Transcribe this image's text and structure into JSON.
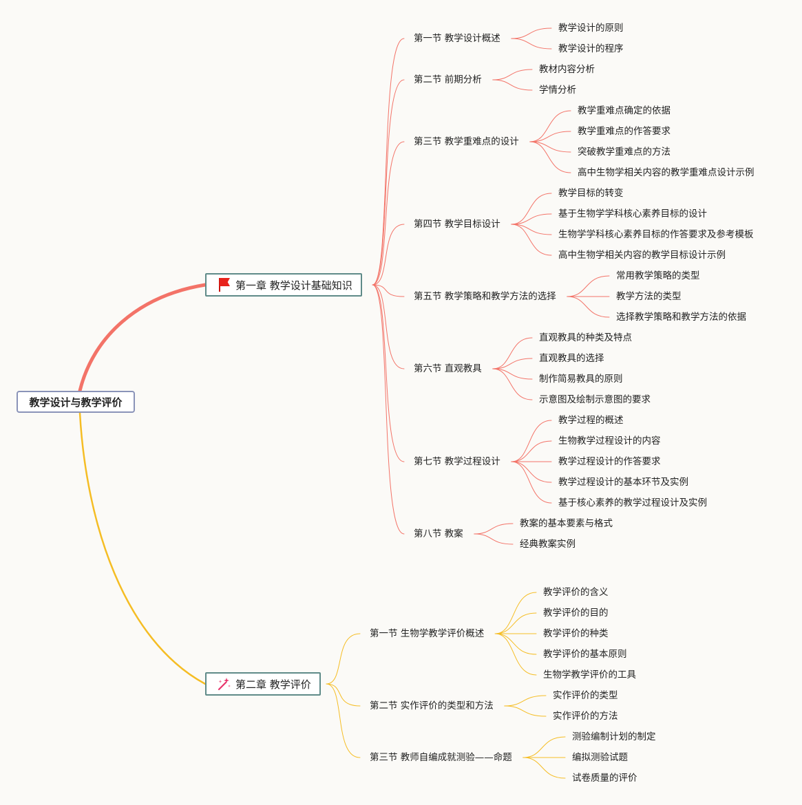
{
  "root": {
    "label": "教学设计与教学评价"
  },
  "colors": {
    "chapter1": "#f37368",
    "chapter2": "#f5bd24",
    "root_border": "#8a93b8",
    "chapter_border": "#5e8a88",
    "background": "#fbfaf7"
  },
  "chapters": [
    {
      "label": "第一章 教学设计基础知识",
      "icon": "flag-icon",
      "sections": [
        {
          "label": "第一节 教学设计概述",
          "items": [
            "教学设计的原则",
            "教学设计的程序"
          ]
        },
        {
          "label": "第二节 前期分析",
          "items": [
            "教材内容分析",
            "学情分析"
          ]
        },
        {
          "label": "第三节 教学重难点的设计",
          "items": [
            "教学重难点确定的依据",
            "教学重难点的作答要求",
            "突破教学重难点的方法",
            "高中生物学相关内容的教学重难点设计示例"
          ]
        },
        {
          "label": "第四节 教学目标设计",
          "items": [
            "教学目标的转变",
            "基于生物学学科核心素养目标的设计",
            "生物学学科核心素养目标的作答要求及参考模板",
            "高中生物学相关内容的教学目标设计示例"
          ]
        },
        {
          "label": "第五节 教学策略和教学方法的选择",
          "items": [
            "常用教学策略的类型",
            "教学方法的类型",
            "选择教学策略和教学方法的依据"
          ]
        },
        {
          "label": "第六节 直观教具",
          "items": [
            "直观教具的种类及特点",
            "直观教具的选择",
            "制作简易教具的原则",
            "示意图及绘制示意图的要求"
          ]
        },
        {
          "label": "第七节 教学过程设计",
          "items": [
            "教学过程的概述",
            "生物教学过程设计的内容",
            "教学过程设计的作答要求",
            "教学过程设计的基本环节及实例",
            "基于核心素养的教学过程设计及实例"
          ]
        },
        {
          "label": "第八节 教案",
          "items": [
            "教案的基本要素与格式",
            "经典教案实例"
          ]
        }
      ]
    },
    {
      "label": "第二章 教学评价",
      "icon": "magic-wand-icon",
      "sections": [
        {
          "label": "第一节 生物学教学评价概述",
          "items": [
            "教学评价的含义",
            "教学评价的目的",
            "教学评价的种类",
            "教学评价的基本原则",
            "生物学教学评价的工具"
          ]
        },
        {
          "label": "第二节 实作评价的类型和方法",
          "items": [
            "实作评价的类型",
            "实作评价的方法"
          ]
        },
        {
          "label": "第三节 教师自编成就测验——命题",
          "items": [
            "测验编制计划的制定",
            "编拟测验试题",
            "试卷质量的评价"
          ]
        }
      ]
    }
  ]
}
